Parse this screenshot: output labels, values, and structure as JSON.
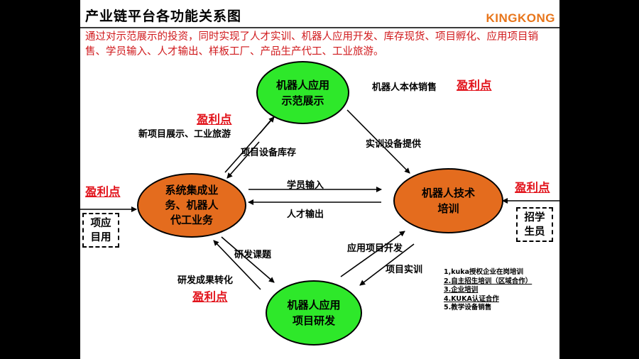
{
  "header": {
    "title": "产业链平台各功能关系图",
    "logo": "KINGKONG"
  },
  "intro": "通过对示范展示的投资，同时实现了人才实训、机器人应用开发、库存现货、项目孵化、应用项目销售、学员输入、人才输出、样板工厂、产品生产代工、工业旅游。",
  "nodes": {
    "demo": {
      "line1": "机器人应用",
      "line2": "示范展示"
    },
    "system": {
      "line1": "系统集成业",
      "line2": "务、机器人",
      "line3": "代工业务"
    },
    "training": {
      "line1": "机器人技术",
      "line2": "培训"
    },
    "rnd": {
      "line1": "机器人应用",
      "line2": "项目研发"
    }
  },
  "labels": {
    "robot_body_sales": "机器人本体销售",
    "new_project_show": "新项目展示、工业旅游",
    "project_inventory": "项目设备库存",
    "training_equipment": "实训设备提供",
    "student_input": "学员输入",
    "talent_output": "人才输出",
    "research_topic": "研发课题",
    "result_transform": "研发成果转化",
    "app_project_dev": "应用项目开发",
    "project_training": "项目实训"
  },
  "profit_point": "盈利点",
  "left_box": {
    "line1": "项应",
    "line2": "目用"
  },
  "right_box": {
    "line1": "招学",
    "line2": "生员"
  },
  "notes": [
    "1,kuka授权企业在岗培训",
    "2.自主招生培训（区域合作）",
    "3.企业培训",
    "4.KUKA认证合作",
    "5.教学设备销售"
  ],
  "colors": {
    "green_node": "#2ee82a",
    "orange_node": "#e46c1e",
    "profit_red": "#e2141c",
    "logo_orange": "#e8751a"
  }
}
